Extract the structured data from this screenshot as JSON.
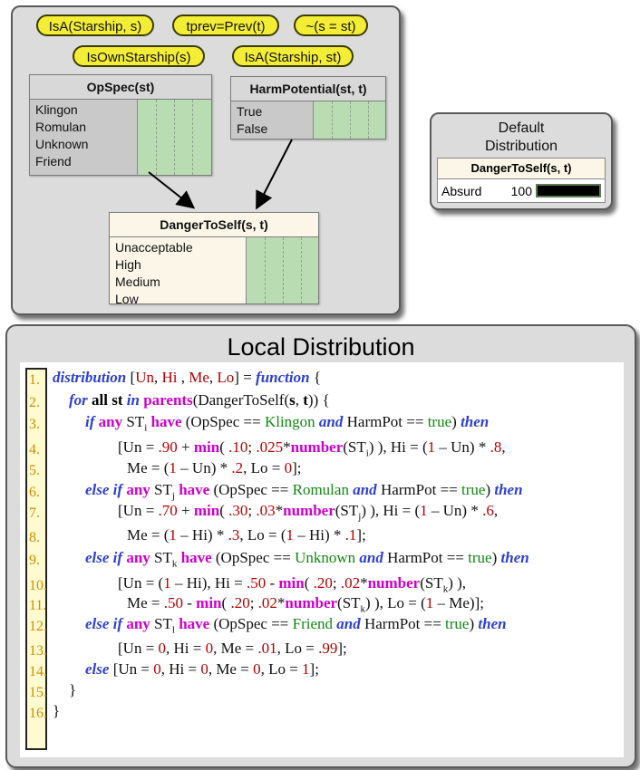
{
  "mfrag": {
    "context_nodes": [
      "IsA(Starship, s)",
      "tprev=Prev(t)",
      "~(s = st)",
      "IsOwnStarship(s)",
      "IsA(Starship, st)"
    ],
    "opspec": {
      "title": "OpSpec(st)",
      "states": [
        "Klingon",
        "Romulan",
        "Unknown",
        "Friend"
      ]
    },
    "harm": {
      "title": "HarmPotential(st, t)",
      "states": [
        "True",
        "False"
      ]
    },
    "danger": {
      "title": "DangerToSelf(s, t)",
      "states": [
        "Unacceptable",
        "High",
        "Medium",
        "Low"
      ]
    }
  },
  "default": {
    "title_line1": "Default",
    "title_line2": "Distribution",
    "node_title": "DangerToSelf(s, t)",
    "state": "Absurd",
    "value": "100"
  },
  "local": {
    "title": "Local Distribution",
    "line_numbers": [
      "1.",
      "2.",
      "3.",
      "4.",
      "5.",
      "6.",
      "7.",
      "8.",
      "9.",
      "10.",
      "11.",
      "12.",
      "13.",
      "14.",
      "15.",
      "16."
    ],
    "code_lines": [
      [
        [
          "kw",
          "distribution "
        ],
        [
          "t",
          "["
        ],
        [
          "st",
          "Un"
        ],
        [
          "t",
          ", "
        ],
        [
          "st",
          "Hi"
        ],
        [
          "t",
          " , "
        ],
        [
          "st",
          "Me"
        ],
        [
          "t",
          ", "
        ],
        [
          "st",
          "Lo"
        ],
        [
          "t",
          "] = "
        ],
        [
          "kw",
          "function"
        ],
        [
          "t",
          " {"
        ]
      ],
      [
        [
          "kw",
          "for "
        ],
        [
          "bd",
          "all st "
        ],
        [
          "kw",
          "in "
        ],
        [
          "fn",
          "parents"
        ],
        [
          "t",
          "(DangerToSelf("
        ],
        [
          "bd",
          "s"
        ],
        [
          "t",
          ", "
        ],
        [
          "bd",
          "t"
        ],
        [
          "t",
          ")) {"
        ]
      ],
      [
        [
          "kw",
          "if "
        ],
        [
          "fn",
          "any "
        ],
        [
          "t",
          "ST"
        ],
        [
          "sub",
          "i"
        ],
        [
          "fn",
          " have "
        ],
        [
          "t",
          "(OpSpec == "
        ],
        [
          "pa",
          "Klingon "
        ],
        [
          "kw",
          "and "
        ],
        [
          "t",
          "HarmPot == "
        ],
        [
          "pa",
          "true"
        ],
        [
          "t",
          ") "
        ],
        [
          "kw",
          "then"
        ]
      ],
      [
        [
          "t",
          "[Un = "
        ],
        [
          "st",
          ".90"
        ],
        [
          "t",
          " + "
        ],
        [
          "fn",
          "min"
        ],
        [
          "t",
          "( "
        ],
        [
          "st",
          ".10"
        ],
        [
          "t",
          "; "
        ],
        [
          "st",
          ".025"
        ],
        [
          "t",
          "*"
        ],
        [
          "fn",
          "number"
        ],
        [
          "t",
          "(ST"
        ],
        [
          "sub",
          "i"
        ],
        [
          "t",
          ") ), Hi = ("
        ],
        [
          "st",
          "1"
        ],
        [
          "t",
          " – Un) * "
        ],
        [
          "st",
          ".8"
        ],
        [
          "t",
          ","
        ]
      ],
      [
        [
          "t",
          "Me = ("
        ],
        [
          "st",
          "1"
        ],
        [
          "t",
          " – Un) * "
        ],
        [
          "st",
          ".2"
        ],
        [
          "t",
          ", Lo = "
        ],
        [
          "st",
          "0"
        ],
        [
          "t",
          "];"
        ]
      ],
      [
        [
          "kw",
          "else if "
        ],
        [
          "fn",
          "any "
        ],
        [
          "t",
          "ST"
        ],
        [
          "sub",
          "j"
        ],
        [
          "fn",
          " have "
        ],
        [
          "t",
          "(OpSpec == "
        ],
        [
          "pa",
          "Romulan "
        ],
        [
          "kw",
          "and "
        ],
        [
          "t",
          "HarmPot == "
        ],
        [
          "pa",
          "true"
        ],
        [
          "t",
          ") "
        ],
        [
          "kw",
          "then"
        ]
      ],
      [
        [
          "t",
          "[Un = "
        ],
        [
          "st",
          ".70"
        ],
        [
          "t",
          " + "
        ],
        [
          "fn",
          "min"
        ],
        [
          "t",
          "( "
        ],
        [
          "st",
          ".30"
        ],
        [
          "t",
          "; "
        ],
        [
          "st",
          ".03"
        ],
        [
          "t",
          "*"
        ],
        [
          "fn",
          "number"
        ],
        [
          "t",
          "(ST"
        ],
        [
          "sub",
          "j"
        ],
        [
          "t",
          ") ), Hi = ("
        ],
        [
          "st",
          "1"
        ],
        [
          "t",
          " – Un) * "
        ],
        [
          "st",
          ".6"
        ],
        [
          "t",
          ","
        ]
      ],
      [
        [
          "t",
          "Me = ("
        ],
        [
          "st",
          "1"
        ],
        [
          "t",
          " – Hi) * "
        ],
        [
          "st",
          ".3"
        ],
        [
          "t",
          ", Lo = ("
        ],
        [
          "st",
          "1"
        ],
        [
          "t",
          " – Hi) * "
        ],
        [
          "st",
          ".1"
        ],
        [
          "t",
          "];"
        ]
      ],
      [
        [
          "kw",
          "else if "
        ],
        [
          "fn",
          "any "
        ],
        [
          "t",
          "ST"
        ],
        [
          "sub",
          "k"
        ],
        [
          "fn",
          " have "
        ],
        [
          "t",
          "(OpSpec == "
        ],
        [
          "pa",
          "Unknown "
        ],
        [
          "kw",
          "and "
        ],
        [
          "t",
          "HarmPot == "
        ],
        [
          "pa",
          "true"
        ],
        [
          "t",
          ") "
        ],
        [
          "kw",
          "then"
        ]
      ],
      [
        [
          "t",
          "[Un = ("
        ],
        [
          "st",
          "1"
        ],
        [
          "t",
          " – Hi), Hi = "
        ],
        [
          "st",
          ".50"
        ],
        [
          "t",
          " - "
        ],
        [
          "fn",
          "min"
        ],
        [
          "t",
          "( "
        ],
        [
          "st",
          ".20"
        ],
        [
          "t",
          "; "
        ],
        [
          "st",
          ".02"
        ],
        [
          "t",
          "*"
        ],
        [
          "fn",
          "number"
        ],
        [
          "t",
          "(ST"
        ],
        [
          "sub",
          "k"
        ],
        [
          "t",
          ") ),"
        ]
      ],
      [
        [
          "t",
          "Me = "
        ],
        [
          "st",
          ".50"
        ],
        [
          "t",
          " - "
        ],
        [
          "fn",
          "min"
        ],
        [
          "t",
          "( "
        ],
        [
          "st",
          ".20"
        ],
        [
          "t",
          "; "
        ],
        [
          "st",
          ".02"
        ],
        [
          "t",
          "*"
        ],
        [
          "fn",
          "number"
        ],
        [
          "t",
          "(ST"
        ],
        [
          "sub",
          "k"
        ],
        [
          "t",
          ") ), Lo = ("
        ],
        [
          "st",
          "1"
        ],
        [
          "t",
          " – Me)];"
        ]
      ],
      [
        [
          "kw",
          "else if "
        ],
        [
          "fn",
          "any "
        ],
        [
          "t",
          "ST"
        ],
        [
          "sub",
          "l"
        ],
        [
          "fn",
          " have "
        ],
        [
          "t",
          "(OpSpec == "
        ],
        [
          "pa",
          "Friend "
        ],
        [
          "kw",
          "and "
        ],
        [
          "t",
          "HarmPot == "
        ],
        [
          "pa",
          "true"
        ],
        [
          "t",
          ") "
        ],
        [
          "kw",
          "then"
        ]
      ],
      [
        [
          "t",
          "[Un = "
        ],
        [
          "st",
          "0"
        ],
        [
          "t",
          ", Hi = "
        ],
        [
          "st",
          "0"
        ],
        [
          "t",
          ", Me = "
        ],
        [
          "st",
          ".01"
        ],
        [
          "t",
          ", Lo = "
        ],
        [
          "st",
          ".99"
        ],
        [
          "t",
          "];"
        ]
      ],
      [
        [
          "kw",
          "else "
        ],
        [
          "t",
          "[Un = "
        ],
        [
          "st",
          "0"
        ],
        [
          "t",
          ", Hi = "
        ],
        [
          "st",
          "0"
        ],
        [
          "t",
          ", Me = "
        ],
        [
          "st",
          "0"
        ],
        [
          "t",
          ", Lo = "
        ],
        [
          "st",
          "1"
        ],
        [
          "t",
          "];"
        ]
      ],
      [
        [
          "t",
          "}"
        ]
      ],
      [
        [
          "t",
          "}"
        ]
      ]
    ]
  }
}
